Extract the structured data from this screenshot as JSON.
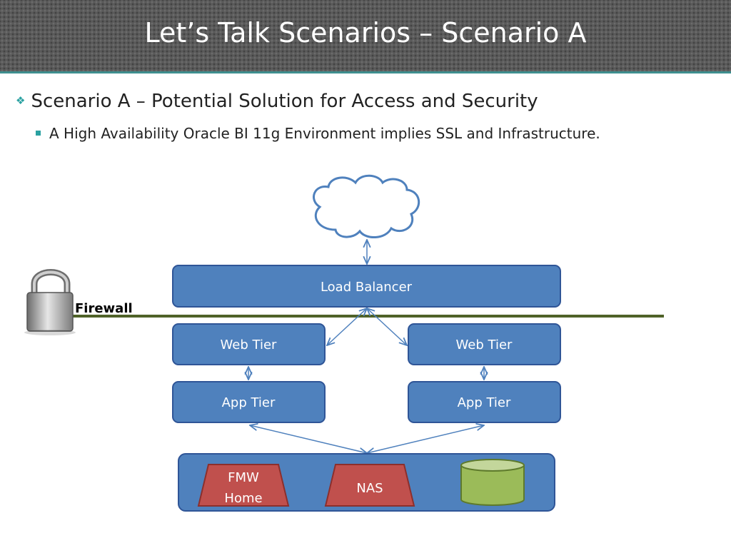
{
  "slide": {
    "title": "Let’s Talk Scenarios – Scenario A",
    "bullet_level1": "Scenario A – Potential Solution for Access and Security",
    "bullet_level2": "A High Availability Oracle BI 11g Environment implies SSL and Infrastructure."
  },
  "diagram": {
    "load_balancer": "Load Balancer",
    "firewall": "Firewall",
    "web_tier_left": "Web Tier",
    "web_tier_right": "Web Tier",
    "app_tier_left": "App Tier",
    "app_tier_right": "App Tier",
    "fmw_line1": "FMW",
    "fmw_line2": "Home",
    "nas": "NAS"
  },
  "colors": {
    "box_fill": "#4f81bd",
    "box_stroke": "#2f5597",
    "storage_fill": "#c0504d",
    "db_fill": "#9bbb59",
    "firewall_line": "#4f6228",
    "accent": "#2aa1a1"
  },
  "icons": {
    "lock": "padlock-icon",
    "cloud": "cloud-icon"
  }
}
